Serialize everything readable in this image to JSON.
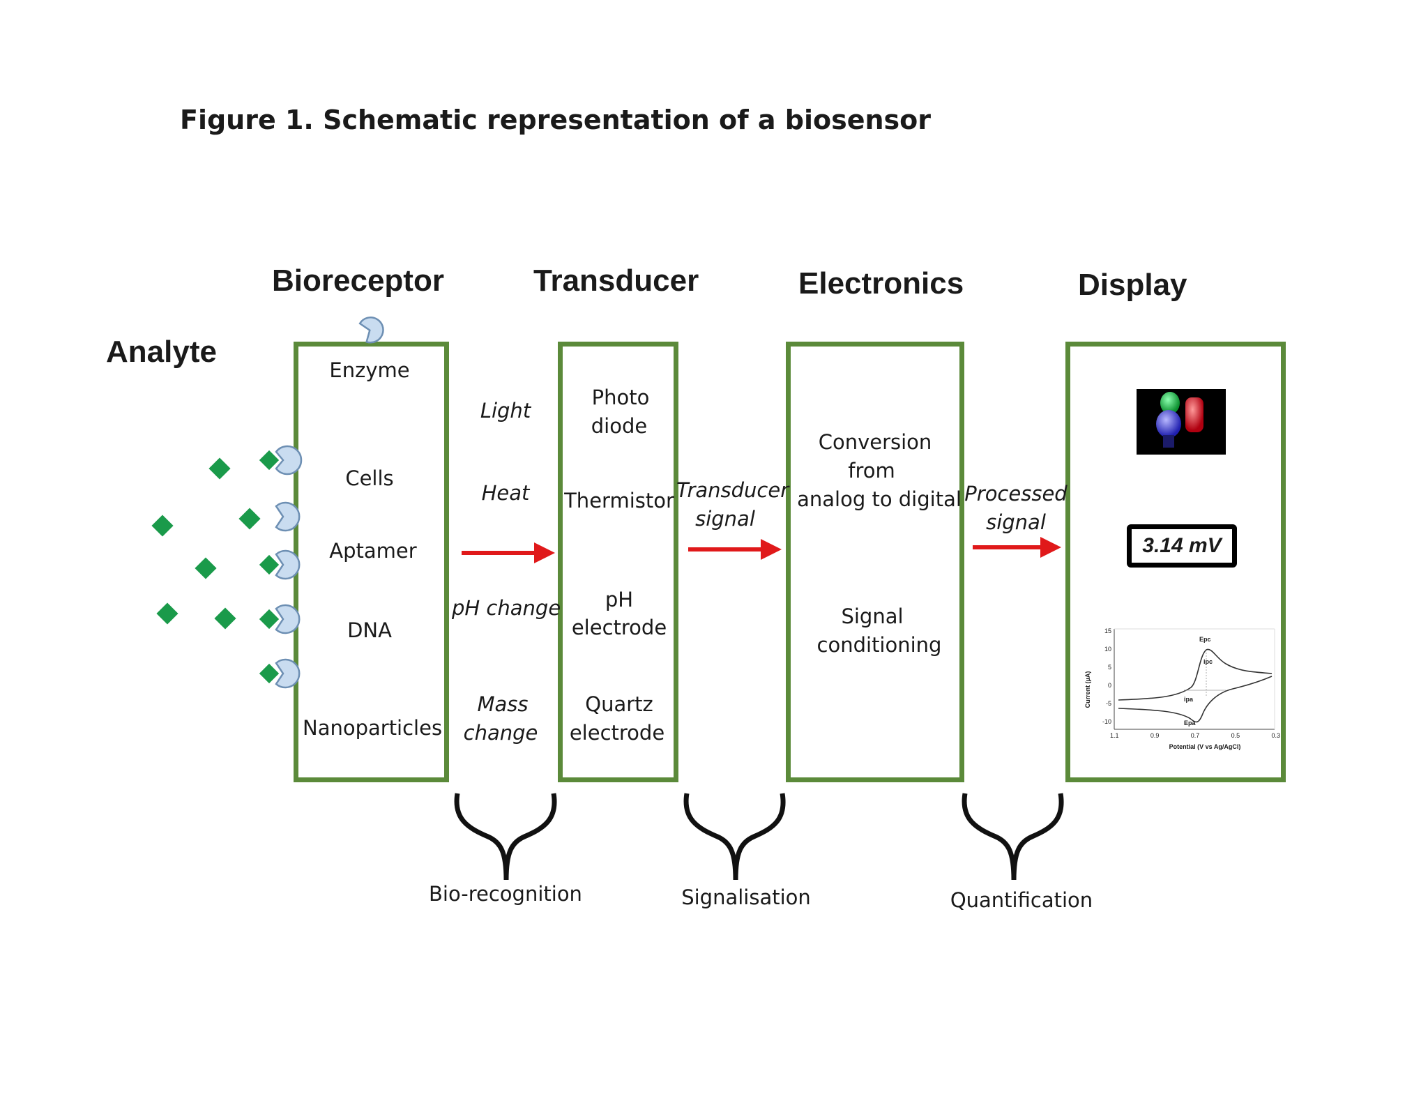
{
  "figure": {
    "title": "Figure 1. Schematic representation of a biosensor"
  },
  "headers": {
    "analyte": "Analyte",
    "bioreceptor": "Bioreceptor",
    "transducer": "Transducer",
    "electronics": "Electronics",
    "display": "Display"
  },
  "bioreceptor_items": [
    "Enzyme",
    "Cells",
    "Aptamer",
    "DNA",
    "Nanoparticles"
  ],
  "signals_bio": {
    "light": "Light",
    "heat": "Heat",
    "ph_change": "pH change",
    "mass_1": "Mass",
    "mass_2": "change"
  },
  "transducer_items": {
    "photo_1": "Photo",
    "photo_2": "diode",
    "thermistor": "Thermistor",
    "ph_1": "pH",
    "ph_2": "electrode",
    "quartz_1": "Quartz",
    "quartz_2": "electrode"
  },
  "transducer_signal": {
    "line1": "Transducer",
    "line2": "signal"
  },
  "electronics_items": {
    "conv_1": "Conversion",
    "conv_2": "from",
    "conv_3": "analog to digital",
    "cond_1": "Signal",
    "cond_2": "conditioning"
  },
  "processed_signal": {
    "line1": "Processed",
    "line2": "signal"
  },
  "display": {
    "readout": "3.14 mV",
    "plot_ylabel": "Current (µA)",
    "plot_xlabel": "Potential (V vs Ag/AgCl)",
    "plot_yticks": [
      "15",
      "10",
      "5",
      "0",
      "-5",
      "-10"
    ],
    "plot_xticks": [
      "1.1",
      "0.9",
      "0.7",
      "0.5",
      "0.3"
    ],
    "plot_labels": {
      "epc": "Epc",
      "ipc": "ipc",
      "ipa": "ipa",
      "epa": "Epa"
    }
  },
  "stages": {
    "bio_recognition": "Bio-recognition",
    "signalisation": "Signalisation",
    "quantification": "Quantification"
  },
  "colors": {
    "box_border": "#5b8a3a",
    "arrow": "#e0191a",
    "analyte": "#1a9a4a",
    "receptor_fill": "#c9dcf0",
    "receptor_stroke": "#6d8fb3"
  }
}
